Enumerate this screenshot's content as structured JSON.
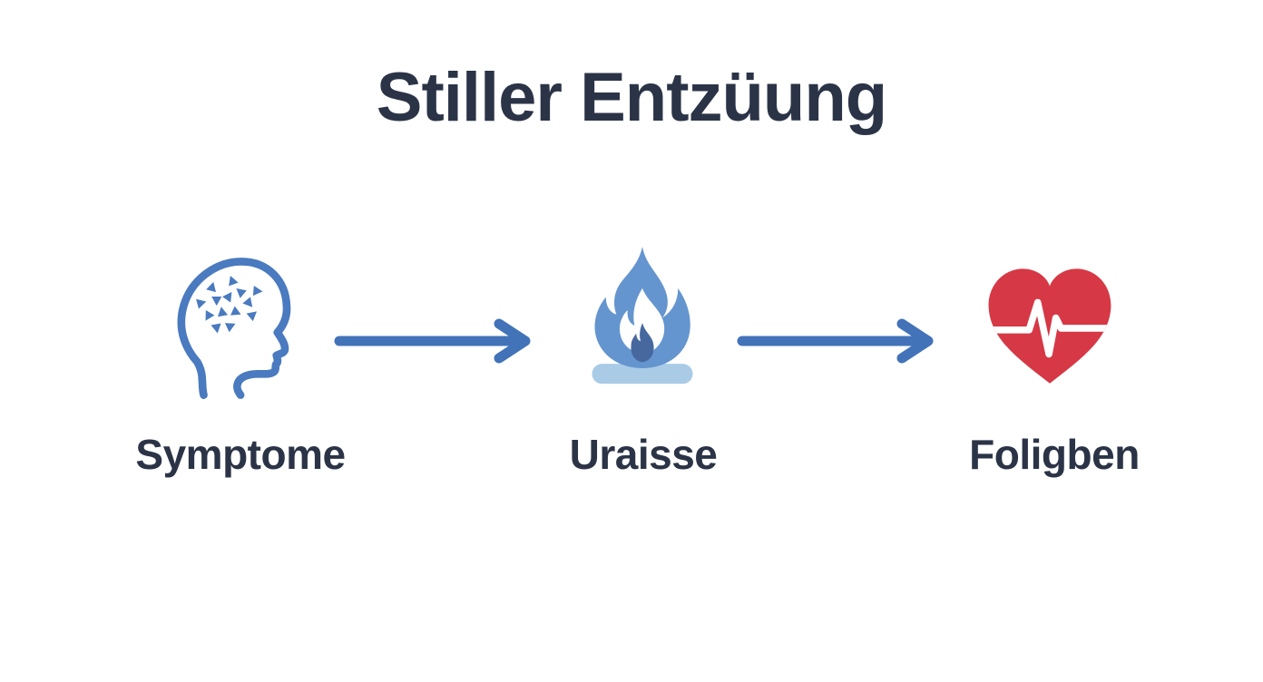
{
  "title": "Stiller Entzüung",
  "colors": {
    "text": "#2b3447",
    "blue": "#4a7abf",
    "arrow": "#4273b8",
    "flame_main": "#6495cf",
    "flame_dark": "#47689f",
    "flame_base": "#a9cbe6",
    "heart_red": "#d63845",
    "background": "#ffffff"
  },
  "flow": {
    "connector": "arrow-right",
    "items": [
      {
        "icon": "brain-head-icon",
        "label": "Symptome"
      },
      {
        "icon": "flame-icon",
        "label": "Uraisse"
      },
      {
        "icon": "heart-pulse-icon",
        "label": "Foligben"
      }
    ]
  }
}
